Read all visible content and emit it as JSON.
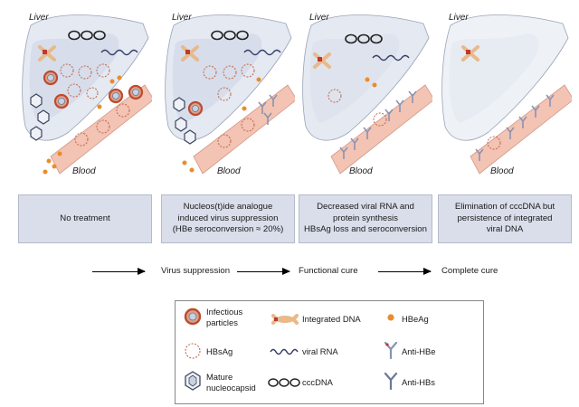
{
  "panels": [
    {
      "liver_label": "Liver",
      "blood_label": "Blood",
      "caption_lines": [
        "No treatment"
      ]
    },
    {
      "liver_label": "Liver",
      "blood_label": "Blood",
      "caption_lines": [
        "Nucleos(t)ide analogue",
        "induced virus suppression",
        "(HBe seroconversion ≈ 20%)"
      ]
    },
    {
      "liver_label": "Liver",
      "blood_label": "Blood",
      "caption_lines": [
        "Decreased viral RNA and",
        "protein synthesis",
        "HBsAg loss and seroconversion"
      ]
    },
    {
      "liver_label": "Liver",
      "blood_label": "Blood",
      "caption_lines": [
        "Elimination of cccDNA but",
        "persistence of integrated",
        "viral DNA"
      ]
    }
  ],
  "stages": [
    "Virus suppression",
    "Functional cure",
    "Complete cure"
  ],
  "legend": {
    "infectious": [
      "Infectious",
      "particles"
    ],
    "hbsag": "HBsAg",
    "mature": [
      "Mature",
      "nucleocapsid"
    ],
    "integrated_dna": "Integrated DNA",
    "viral_rna": "viral RNA",
    "cccdna": "cccDNA",
    "hbeag": "HBeAg",
    "anti_hbe": "Anti-HBe",
    "anti_hbs": "Anti-HBs"
  },
  "colors": {
    "liver_fill": "#e4e9f2",
    "vessel_fill": "#f3c3b3",
    "hbsag_stroke": "#c4654a",
    "hbeag": "#e88d2a",
    "antibody": "#8a93b3",
    "caption_bg": "#d9deea"
  }
}
